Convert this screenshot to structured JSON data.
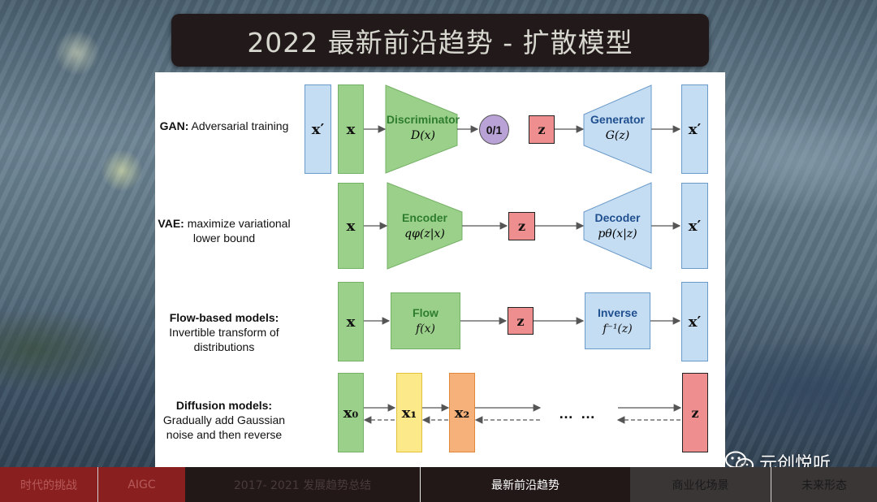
{
  "title": "2022 最新前沿趋势 - 扩散模型",
  "rows": {
    "gan": {
      "label_bold": "GAN:",
      "label_rest": " Adversarial training"
    },
    "vae": {
      "label_bold": "VAE:",
      "label_rest": " maximize variational lower bound"
    },
    "flow": {
      "label_bold": "Flow-based models:",
      "label_rest": "Invertible transform of distributions"
    },
    "diffusion": {
      "label_bold": "Diffusion models:",
      "label_rest": "Gradually add Gaussian noise and then reverse"
    }
  },
  "diagram": {
    "x": "x",
    "x_prime": "x′",
    "z": "z",
    "discriminator": {
      "name": "Discriminator",
      "formula": "D(x)"
    },
    "output_01": "0/1",
    "generator": {
      "name": "Generator",
      "formula": "G(z)"
    },
    "encoder": {
      "name": "Encoder",
      "formula": "qφ(z|x)"
    },
    "decoder": {
      "name": "Decoder",
      "formula": "pθ(x|z)"
    },
    "flow": {
      "name": "Flow",
      "formula": "f(x)"
    },
    "inverse": {
      "name": "Inverse",
      "formula": "f⁻¹(z)"
    },
    "x0": "x₀",
    "x1": "x₁",
    "x2": "x₂",
    "ellipsis": "… …"
  },
  "watermark": {
    "text": "元创悦听",
    "icon": "wechat-icon"
  },
  "nav": [
    {
      "label": "时代的挑战",
      "active": false
    },
    {
      "label": "AIGC",
      "active": false
    },
    {
      "label": "2017- 2021 发展趋势总结",
      "active": false
    },
    {
      "label": "最新前沿趋势",
      "active": true
    },
    {
      "label": "商业化场景",
      "active": false
    },
    {
      "label": "未来形态",
      "active": false
    }
  ],
  "colors": {
    "green": "#9bd08a",
    "blue": "#c5ddf3",
    "red": "#ef8e8e",
    "purple": "#b9a2d6",
    "yellow": "#fce98a",
    "orange": "#f6b07a",
    "nav_red": "#8a1f1f",
    "nav_dark": "#231818"
  }
}
